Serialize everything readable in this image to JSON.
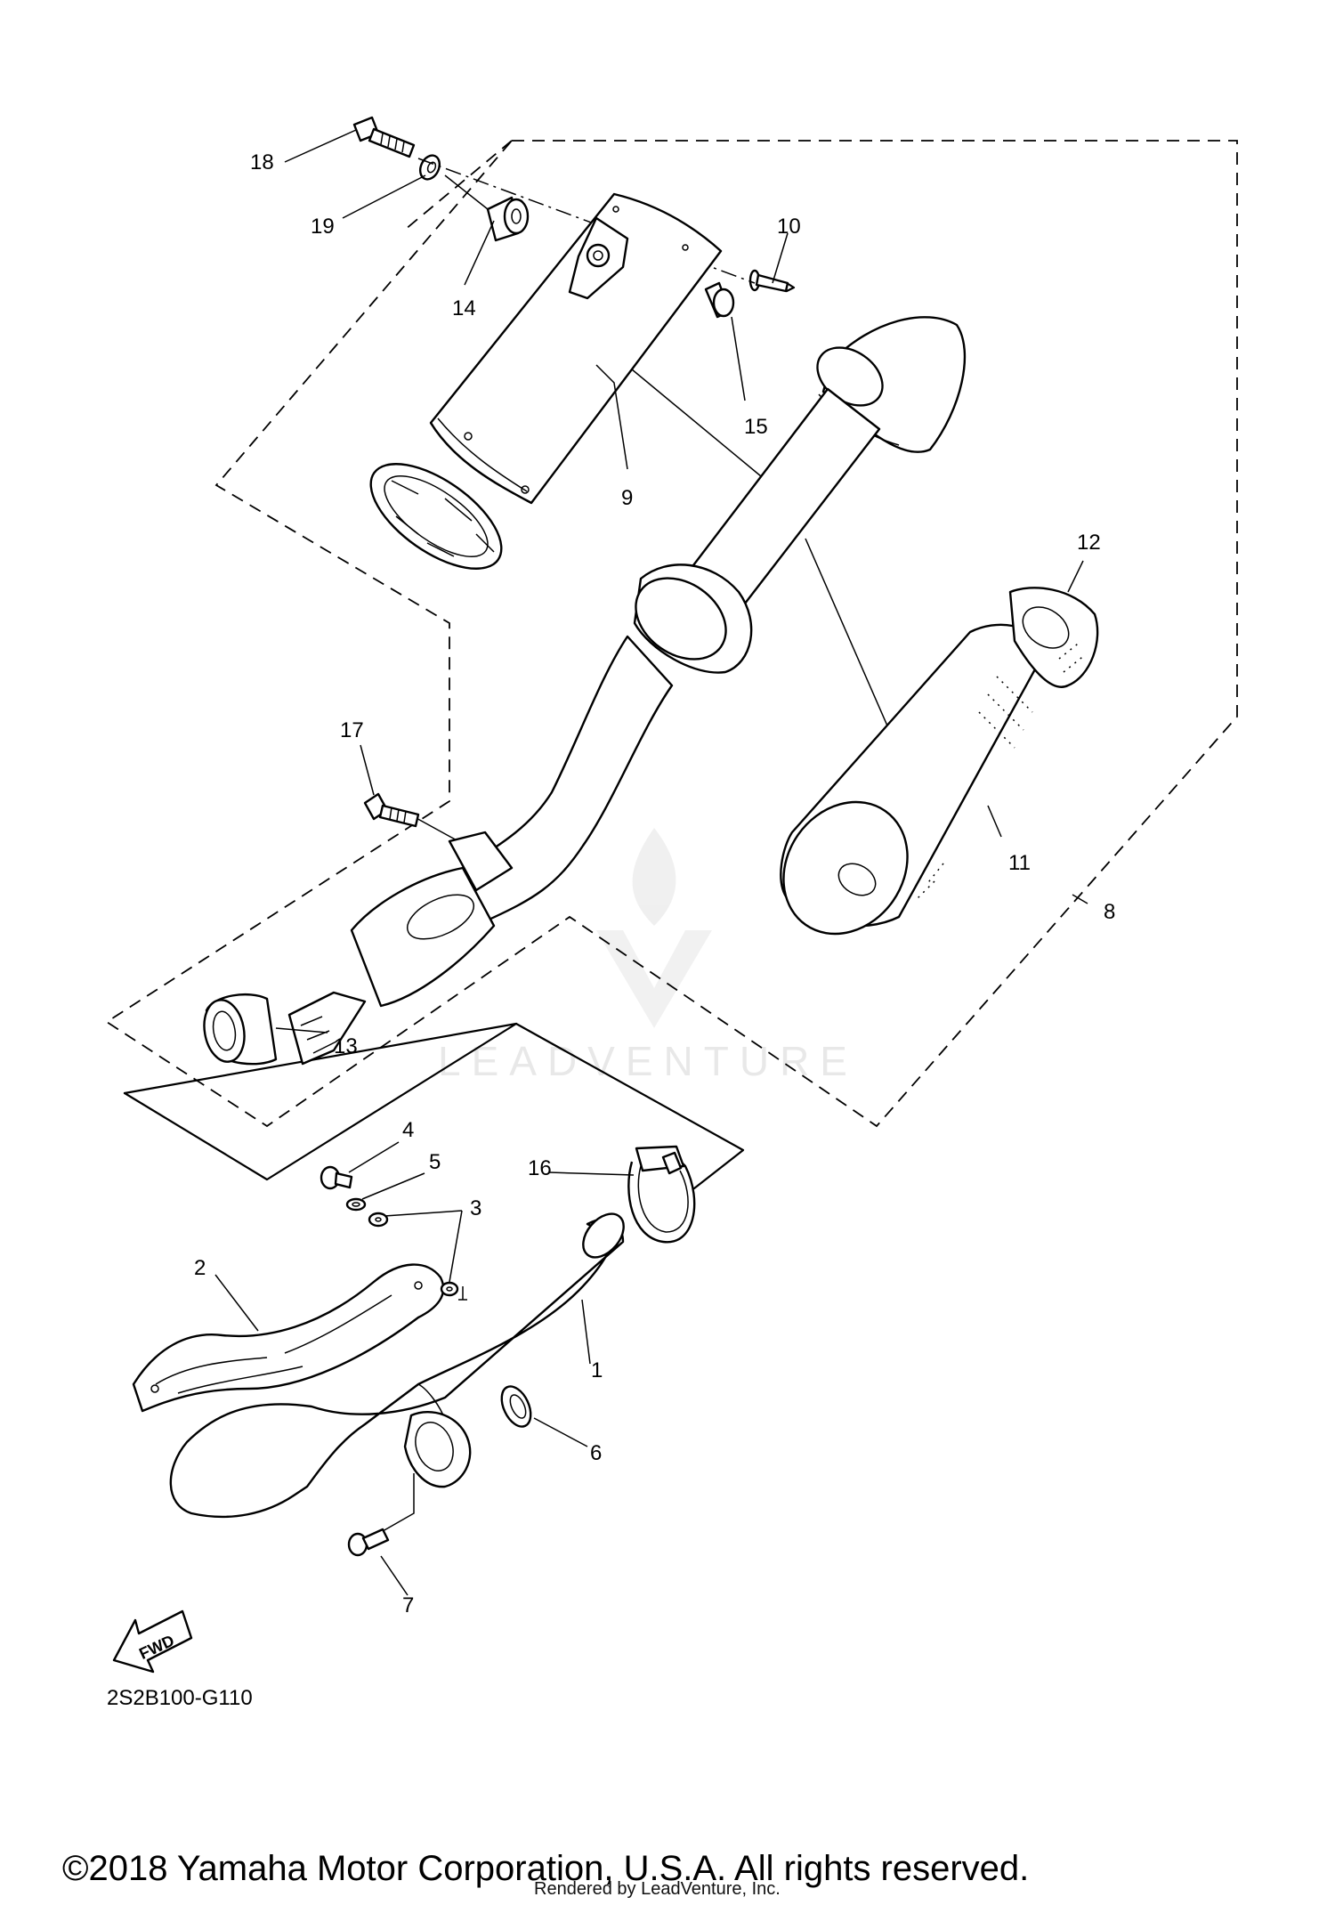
{
  "diagram": {
    "callouts": [
      {
        "id": "1",
        "text": "1"
      },
      {
        "id": "2",
        "text": "2"
      },
      {
        "id": "3",
        "text": "3"
      },
      {
        "id": "4",
        "text": "4"
      },
      {
        "id": "5",
        "text": "5"
      },
      {
        "id": "6",
        "text": "6"
      },
      {
        "id": "7",
        "text": "7"
      },
      {
        "id": "8",
        "text": "8"
      },
      {
        "id": "9",
        "text": "9"
      },
      {
        "id": "10",
        "text": "10"
      },
      {
        "id": "11",
        "text": "11"
      },
      {
        "id": "12",
        "text": "12"
      },
      {
        "id": "13",
        "text": "13"
      },
      {
        "id": "14",
        "text": "14"
      },
      {
        "id": "15",
        "text": "15"
      },
      {
        "id": "16",
        "text": "16"
      },
      {
        "id": "17",
        "text": "17"
      },
      {
        "id": "18",
        "text": "18"
      },
      {
        "id": "19",
        "text": "19"
      }
    ],
    "fwd_label": "FWD",
    "diagram_code": "2S2B100-G110",
    "watermark": "LEADVENTURE",
    "copyright": "©2018 Yamaha Motor Corporation, U.S.A. All rights reserved.",
    "rendered_by": "Rendered by LeadVenture, Inc."
  }
}
